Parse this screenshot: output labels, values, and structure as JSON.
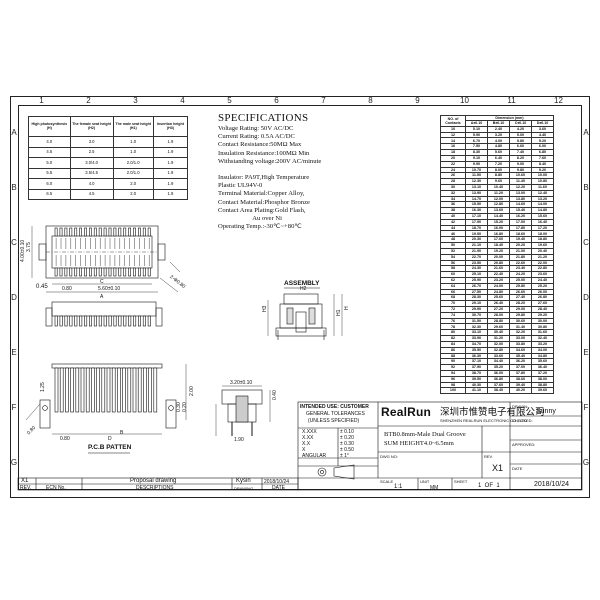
{
  "grid": {
    "columns": [
      "1",
      "2",
      "3",
      "4",
      "5",
      "6",
      "7",
      "8",
      "9",
      "10",
      "11",
      "12"
    ],
    "rows": [
      "A",
      "B",
      "C",
      "D",
      "E",
      "F",
      "G"
    ]
  },
  "height_table": {
    "headers": [
      "High photosynthesis (H)",
      "The female seat height (H2)",
      "The male seat height (H1)",
      "Insertion height (H3)"
    ],
    "rows": [
      [
        "4.0",
        "3.0",
        "1.0",
        "1.9"
      ],
      [
        "4.5",
        "2.5",
        "1.0",
        "1.9"
      ],
      [
        "5.0",
        "3.0/4.0",
        "2.0/1.0",
        "1.9"
      ],
      [
        "5.5",
        "3.5/4.5",
        "2.0/1.0",
        "1.9"
      ],
      [
        "6.0",
        "4.0",
        "2.0",
        "1.9"
      ],
      [
        "6.5",
        "4.5",
        "2.0",
        "1.9"
      ]
    ]
  },
  "specifications": {
    "title": "SPECIFICATIONS",
    "lines": [
      "Voltage Rating: 50V AC/DC",
      "Current Rating: 0.5A AC/DC",
      "Contact Resistance:50MΩ Max",
      "Insulation Resistance:100MΩ Min",
      "Withstanding voltage:200V AC/minute",
      "",
      "Insulator: PA9T,High Temperature",
      "Plastic UL94V-0",
      "Terminal Material:Copper Alloy,",
      "Contact Material:Phosphor Bronze",
      "Contact Area Plating:Gold Flash,",
      "                     Au over Ni",
      "Operating Temp.:-30℃~+80℃"
    ]
  },
  "dim_table": {
    "header_top": "Dimension (mm)",
    "headers": [
      "NO. of Contacts",
      "A±0.10",
      "B±0.10",
      "C±0.10",
      "D±0.10"
    ],
    "rows": [
      [
        "10",
        "5.10",
        "2.40",
        "4.20",
        "3.60"
      ],
      [
        "12",
        "5.90",
        "3.20",
        "5.00",
        "4.40"
      ],
      [
        "14",
        "6.70",
        "4.00",
        "5.80",
        "5.20"
      ],
      [
        "16",
        "7.50",
        "4.80",
        "6.60",
        "6.00"
      ],
      [
        "18",
        "8.30",
        "5.60",
        "7.40",
        "6.80"
      ],
      [
        "20",
        "9.10",
        "6.40",
        "8.20",
        "7.60"
      ],
      [
        "22",
        "9.90",
        "7.20",
        "9.00",
        "8.40"
      ],
      [
        "24",
        "10.70",
        "8.00",
        "9.80",
        "9.20"
      ],
      [
        "26",
        "11.50",
        "8.80",
        "10.60",
        "10.00"
      ],
      [
        "28",
        "12.30",
        "9.60",
        "11.40",
        "10.80"
      ],
      [
        "30",
        "13.10",
        "10.40",
        "12.20",
        "11.60"
      ],
      [
        "32",
        "13.90",
        "11.20",
        "13.00",
        "12.40"
      ],
      [
        "34",
        "14.70",
        "12.00",
        "13.80",
        "13.20"
      ],
      [
        "36",
        "15.50",
        "12.80",
        "14.60",
        "14.00"
      ],
      [
        "38",
        "16.30",
        "13.60",
        "15.40",
        "14.80"
      ],
      [
        "40",
        "17.10",
        "14.40",
        "16.20",
        "15.60"
      ],
      [
        "42",
        "17.90",
        "15.20",
        "17.00",
        "16.40"
      ],
      [
        "44",
        "18.70",
        "16.00",
        "17.80",
        "17.20"
      ],
      [
        "46",
        "19.50",
        "16.80",
        "18.60",
        "18.00"
      ],
      [
        "48",
        "20.30",
        "17.60",
        "19.40",
        "18.80"
      ],
      [
        "50",
        "21.10",
        "18.40",
        "20.20",
        "19.60"
      ],
      [
        "52",
        "21.90",
        "19.20",
        "21.00",
        "20.40"
      ],
      [
        "54",
        "22.70",
        "20.00",
        "21.80",
        "21.20"
      ],
      [
        "56",
        "23.50",
        "20.80",
        "22.60",
        "22.00"
      ],
      [
        "58",
        "24.30",
        "21.60",
        "23.40",
        "22.80"
      ],
      [
        "60",
        "25.10",
        "22.40",
        "24.20",
        "23.60"
      ],
      [
        "62",
        "25.90",
        "23.20",
        "25.00",
        "24.40"
      ],
      [
        "64",
        "26.70",
        "24.00",
        "25.80",
        "25.20"
      ],
      [
        "66",
        "27.50",
        "24.80",
        "26.60",
        "26.00"
      ],
      [
        "68",
        "28.30",
        "25.60",
        "27.40",
        "26.80"
      ],
      [
        "70",
        "29.10",
        "26.40",
        "28.20",
        "27.60"
      ],
      [
        "72",
        "29.90",
        "27.20",
        "29.00",
        "28.40"
      ],
      [
        "74",
        "30.70",
        "28.00",
        "29.80",
        "29.20"
      ],
      [
        "76",
        "31.50",
        "28.80",
        "30.60",
        "30.00"
      ],
      [
        "78",
        "32.30",
        "29.60",
        "31.40",
        "30.80"
      ],
      [
        "80",
        "33.10",
        "30.40",
        "32.20",
        "31.60"
      ],
      [
        "82",
        "33.90",
        "31.20",
        "33.00",
        "32.40"
      ],
      [
        "84",
        "34.70",
        "32.00",
        "33.80",
        "33.20"
      ],
      [
        "86",
        "35.50",
        "32.80",
        "34.60",
        "34.00"
      ],
      [
        "88",
        "36.30",
        "33.60",
        "35.40",
        "34.80"
      ],
      [
        "90",
        "37.10",
        "34.40",
        "36.20",
        "35.60"
      ],
      [
        "92",
        "37.90",
        "35.20",
        "37.00",
        "36.40"
      ],
      [
        "94",
        "38.70",
        "36.00",
        "37.80",
        "37.20"
      ],
      [
        "96",
        "39.50",
        "36.80",
        "38.60",
        "38.00"
      ],
      [
        "98",
        "40.30",
        "37.60",
        "39.40",
        "38.80"
      ],
      [
        "100",
        "41.10",
        "38.40",
        "40.20",
        "39.60"
      ]
    ]
  },
  "drawing_labels": {
    "assembly": "ASSEMBLY",
    "pcb_pattern": "P.C.B PATTEN",
    "d_0_45": "0.45",
    "d_0_80a": "0.80",
    "d_0_80b": "0.80",
    "d_0_80c": "0.80",
    "d_a": "A",
    "d_b": "B",
    "d_c": "C",
    "d_d": "D",
    "d_h1": "H1",
    "d_h2": "H2",
    "d_h3": "H3",
    "d_h": "H",
    "d_5_60": "5.60±0.10",
    "d_3_20": "3.20±0.10",
    "d_1_90": "1.90",
    "d_2_00": "2.00",
    "d_1_25": "1.25",
    "d_0_30": "0.30",
    "d_0_20": "0.20",
    "d_0_40": "0.40",
    "d_4_00": "4.00±0.10",
    "d_3_75": "3.75",
    "d_2_phi": "2-Φ0.80"
  },
  "title_block": {
    "tolerance_head1": "INTENDED USE: CUSTOMER",
    "tolerance_head2": "GENERAL TOLERANCES",
    "tolerance_head3": "(UNLESS SPECIFIED)",
    "tolerances": [
      [
        "X.XXX",
        "± 0.10"
      ],
      [
        "X.XX",
        "± 0.20"
      ],
      [
        "X.X",
        "± 0.30"
      ],
      [
        "X",
        "± 0.50"
      ],
      [
        "ANGULAR",
        "± 1°"
      ]
    ],
    "brand": "RealRun",
    "company_cn": "深圳市惟赞电子有限公司",
    "company_en": "SHENZHEN REALRUN ELECTRONIC CO., LTD",
    "title_line1": "BTB0.8mm-Male Dual Groove",
    "title_line2": "SUM HEIGHT4.0~6.5mm",
    "drawn_label": "DRAWN:",
    "drawn_value": "Sunny",
    "checked_label": "CHECKED:",
    "approved_label": "APPROVED:",
    "dwg_no_label": "DWG NO:",
    "rev_label": "REV.",
    "rev_value": "X1",
    "scale_label": "SCALE",
    "scale_value": "1:1",
    "unit_label": "UNIT",
    "unit_value": "MM",
    "sheet_label": "SHEET",
    "sheet_value": "1  OF  1",
    "date_label": "DATE",
    "date_value": "2018/10/24"
  },
  "revision_block": {
    "rev": "X1",
    "desc": "Proposal drawing",
    "by": "Kysin",
    "date": "2018/10/24",
    "h_rev": "REV.",
    "h_ecn": "ECN No.",
    "h_desc": "DESCRIPTIONS",
    "h_drawing": "DRAWING",
    "h_date": "DATE"
  }
}
